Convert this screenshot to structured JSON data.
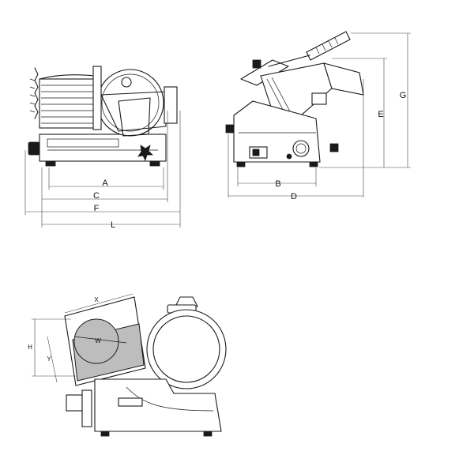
{
  "dimensions": {
    "A": "A",
    "B": "B",
    "C": "C",
    "D": "D",
    "E": "E",
    "F": "F",
    "G": "G",
    "L": "L",
    "X": "X",
    "Y": "Y",
    "W": "W",
    "H": "H"
  }
}
